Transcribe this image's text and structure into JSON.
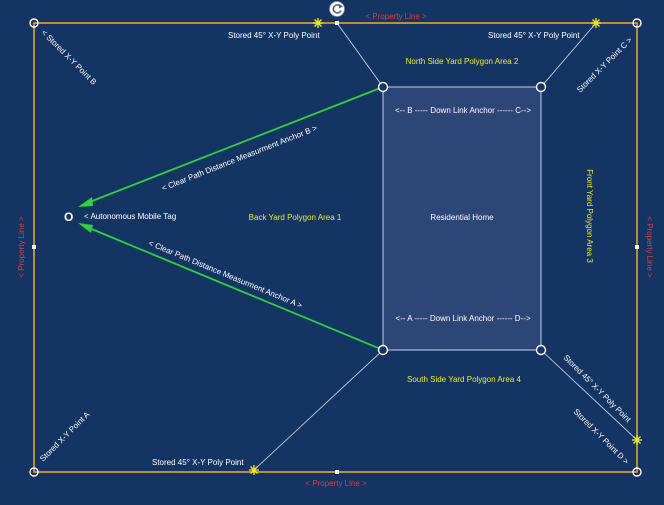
{
  "colors": {
    "background": "#143564",
    "property_line": "#e9a52a",
    "house_fill": "#2c4678",
    "house_stroke": "#c9d1e4",
    "measurement_line": "#2ed23a",
    "label_white": "#ffffff",
    "label_yellow": "#f0ee1a",
    "label_red": "#e23a3a"
  },
  "icons": {
    "rotate_handle": "rotate-icon",
    "anchor_marker": "circle-marker-icon",
    "poly_point_marker": "asterisk-icon"
  },
  "labels": {
    "property_line_top": "<  Property Line  >",
    "property_line_bottom": "<  Property Line  >",
    "property_line_left": "<  Property Line  >",
    "property_line_right": "<  Property Line  >",
    "stored_poly_top_left": "Stored 45° X-Y Poly Point",
    "stored_poly_top_right": "Stored 45° X-Y Poly Point",
    "stored_poly_bottom_left": "Stored 45° X-Y Poly Point",
    "stored_poly_right": "Stored 45° X-Y Poly Point",
    "stored_point_b": "<  Stored X-Y Point   B",
    "stored_point_a": "Stored X-Y Point   A",
    "stored_point_c": "Stored X-Y Point   C  >",
    "stored_point_d": "Stored X-Y Point   D  >",
    "north_area": "North Side Yard Polygon Area 2",
    "south_area": "South Side Yard Polygon Area 4",
    "back_area": "Back Yard Polygon Area 1",
    "front_area": "Front Yard Polygon Area 3",
    "residential_home": "Residential Home",
    "down_link_top": "<-- B     ----- Down Link  Anchor ------  C-->",
    "down_link_bottom": "<-- A     ----- Down Link  Anchor ------  D-->",
    "clear_path_b": "< Clear Path Distance Measurment Anchor  B >",
    "clear_path_a": "< Clear Path Distance Measurment Anchor A >",
    "mobile_tag": "<  Autonomous Mobile Tag",
    "tag_symbol": "O"
  }
}
